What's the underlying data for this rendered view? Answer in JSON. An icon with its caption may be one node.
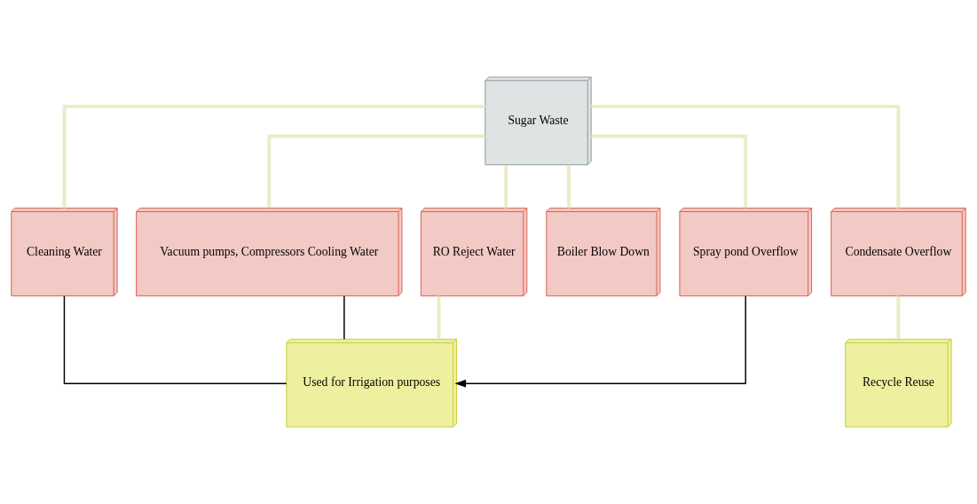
{
  "diagram": {
    "nodes": [
      {
        "text": [
          "Sugar Waste"
        ]
      },
      {
        "text": [
          "Cleaning Water"
        ]
      },
      {
        "text": [
          "Vacuum pumps, Compressors Cooling Water"
        ]
      },
      {
        "text": [
          "RO Reject Water"
        ]
      },
      {
        "text": [
          "Boiler Blow Down"
        ]
      },
      {
        "text": [
          "Spray pond Overflow"
        ]
      },
      {
        "text": [
          "Condensate Overflow"
        ]
      },
      {
        "text": [
          "Used for Irrigation purposes"
        ]
      },
      {
        "text": [
          "Recycle Reuse"
        ]
      }
    ],
    "edges": [
      {
        "from": 0,
        "to": 1,
        "arrow": "none"
      },
      {
        "from": 0,
        "to": 2,
        "arrow": "none"
      },
      {
        "from": 0,
        "to": 3,
        "arrow": "none"
      },
      {
        "from": 0,
        "to": 4,
        "arrow": "none"
      },
      {
        "from": 0,
        "to": 5,
        "arrow": "none"
      },
      {
        "from": 0,
        "to": 6,
        "arrow": "none"
      },
      {
        "from": 1,
        "to": 7,
        "arrow": "none",
        "color": "#000000"
      },
      {
        "from": 2,
        "to": 7,
        "arrow": "none",
        "color": "#000000"
      },
      {
        "from": 3,
        "to": 7,
        "arrow": "none"
      },
      {
        "from": 5,
        "to": 7,
        "arrow": "to",
        "color": "#000000"
      },
      {
        "from": 6,
        "to": 8,
        "arrow": "none"
      }
    ]
  }
}
